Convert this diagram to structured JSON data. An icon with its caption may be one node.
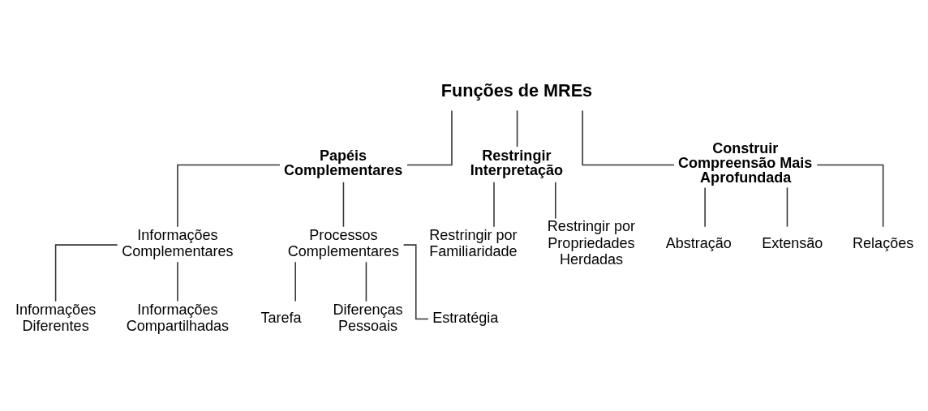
{
  "diagram": {
    "nodes": [
      {
        "text": [
          "Funções de MREs"
        ]
      },
      {
        "text": [
          "Papéis Complementares"
        ]
      },
      {
        "text": [
          "Restringir Interpretação"
        ]
      },
      {
        "text": [
          "Construir Compreensão Mais Aprofundada"
        ]
      },
      {
        "text": [
          "Informações Complementares"
        ]
      },
      {
        "text": [
          "Processos Complementares"
        ]
      },
      {
        "text": [
          "Informações Diferentes"
        ]
      },
      {
        "text": [
          "Informações Compartilhadas"
        ]
      },
      {
        "text": [
          "Tarefa"
        ]
      },
      {
        "text": [
          "Diferenças Pessoais"
        ]
      },
      {
        "text": [
          "Estratégia"
        ]
      },
      {
        "text": [
          "Restringir por Familiaridade"
        ]
      },
      {
        "text": [
          "Restringir por Propriedades Herdadas"
        ]
      },
      {
        "text": [
          "Abstração"
        ]
      },
      {
        "text": [
          "Extensão"
        ]
      },
      {
        "text": [
          "Relações"
        ]
      }
    ],
    "edges": [
      {
        "from": 0,
        "to": 1,
        "arrow": "none"
      },
      {
        "from": 0,
        "to": 2,
        "arrow": "none"
      },
      {
        "from": 0,
        "to": 3,
        "arrow": "none"
      },
      {
        "from": 1,
        "to": 4,
        "arrow": "none"
      },
      {
        "from": 1,
        "to": 5,
        "arrow": "none"
      },
      {
        "from": 4,
        "to": 6,
        "arrow": "none"
      },
      {
        "from": 4,
        "to": 7,
        "arrow": "none"
      },
      {
        "from": 5,
        "to": 8,
        "arrow": "none"
      },
      {
        "from": 5,
        "to": 9,
        "arrow": "none"
      },
      {
        "from": 5,
        "to": 10,
        "arrow": "none"
      },
      {
        "from": 2,
        "to": 11,
        "arrow": "none"
      },
      {
        "from": 2,
        "to": 12,
        "arrow": "none"
      },
      {
        "from": 3,
        "to": 13,
        "arrow": "none"
      },
      {
        "from": 3,
        "to": 14,
        "arrow": "none"
      },
      {
        "from": 3,
        "to": 15,
        "arrow": "none"
      }
    ]
  }
}
